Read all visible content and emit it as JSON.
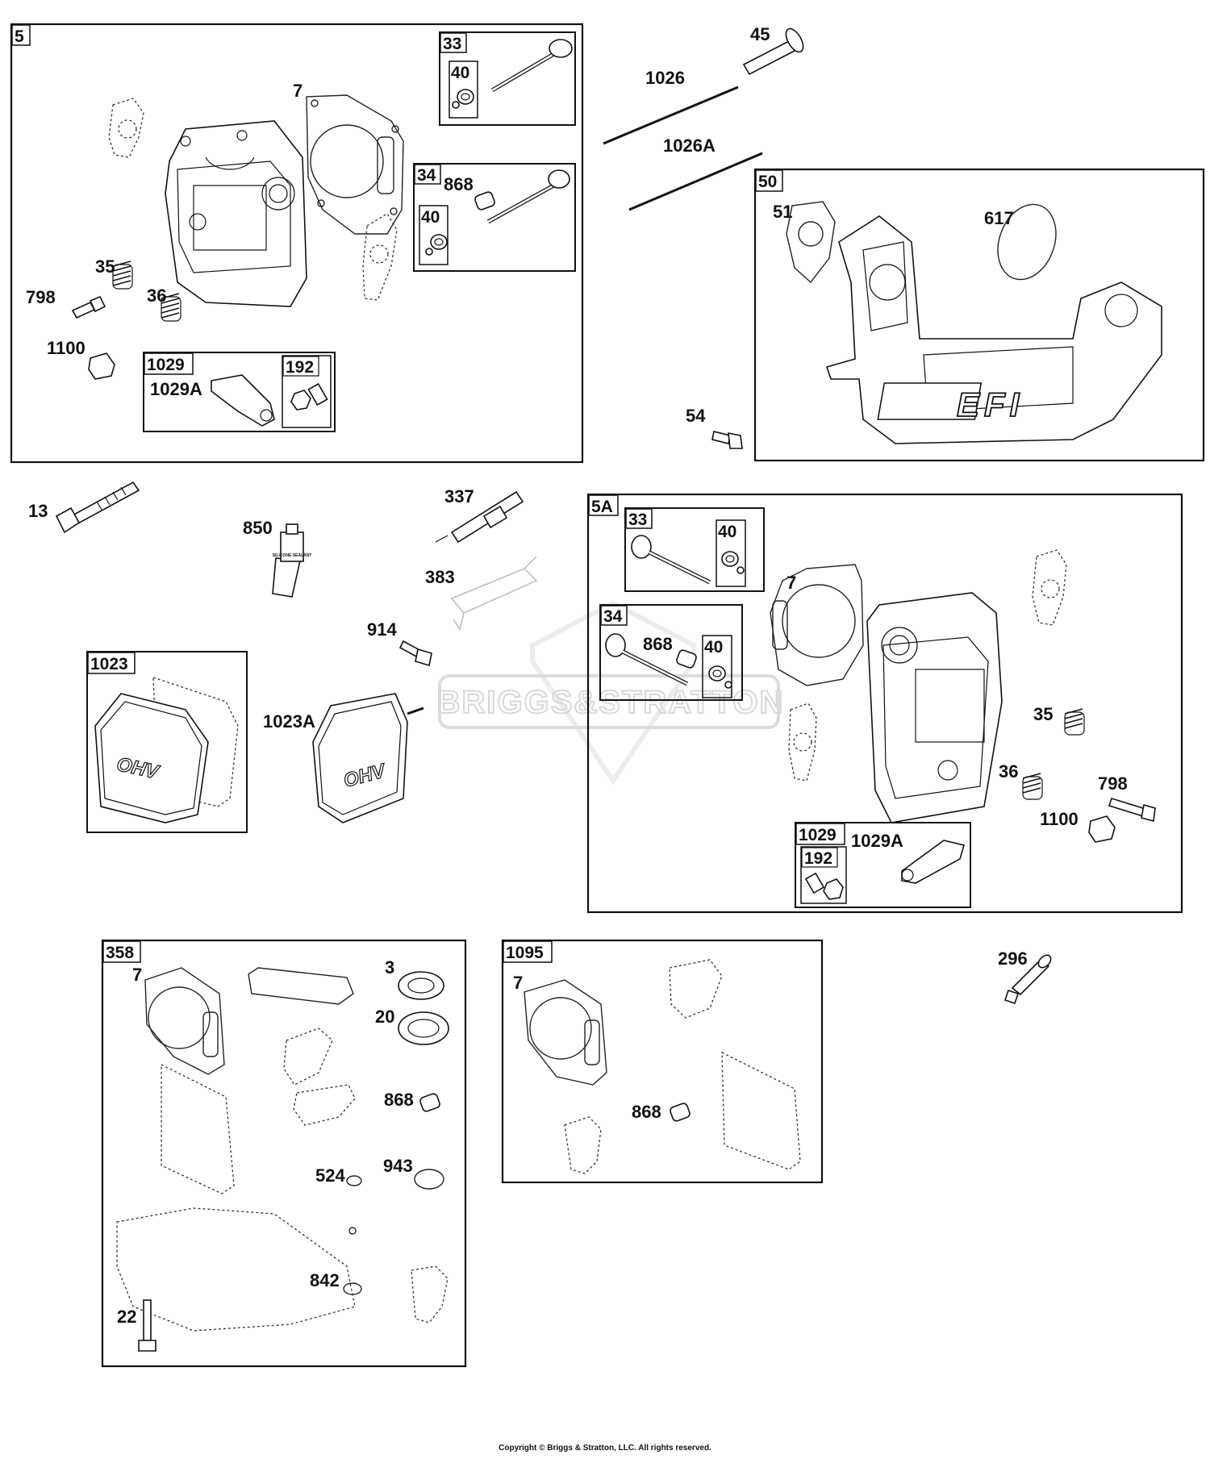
{
  "boxes": {
    "b5": "5",
    "b33": "33",
    "b40a": "40",
    "b34": "34",
    "b40b": "40",
    "b1029": "1029",
    "b192": "192",
    "b50": "50",
    "b5a": "5A",
    "b33a": "33",
    "b40c": "40",
    "b34a": "34",
    "b40d": "40",
    "b1029a": "1029",
    "b192a": "192",
    "b1023": "1023",
    "b358": "358",
    "b1095": "1095"
  },
  "labels": {
    "l7a": "7",
    "l868a": "868",
    "l35a": "35",
    "l798a": "798",
    "l36a": "36",
    "l1100a": "1100",
    "l1029Aa": "1029A",
    "l45": "45",
    "l1026": "1026",
    "l1026A": "1026A",
    "l51": "51",
    "l617": "617",
    "l54": "54",
    "l13": "13",
    "l850": "850",
    "l337": "337",
    "l383": "383",
    "l914": "914",
    "l1023A": "1023A",
    "l7b": "7",
    "l868b": "868",
    "l35b": "35",
    "l36b": "36",
    "l798b": "798",
    "l1100b": "1100",
    "l1029Ab": "1029A",
    "l7c": "7",
    "l3": "3",
    "l20": "20",
    "l868c": "868",
    "l524": "524",
    "l943": "943",
    "l842": "842",
    "l22": "22",
    "l7d": "7",
    "l868d": "868",
    "l296": "296"
  },
  "tube_text": "SILICONE SEALANT",
  "efi_text": "EFI",
  "ohv_text": "OHV",
  "watermark": "BRIGGS&STRATTON",
  "copyright": "Copyright © Briggs & Stratton, LLC. All rights reserved."
}
